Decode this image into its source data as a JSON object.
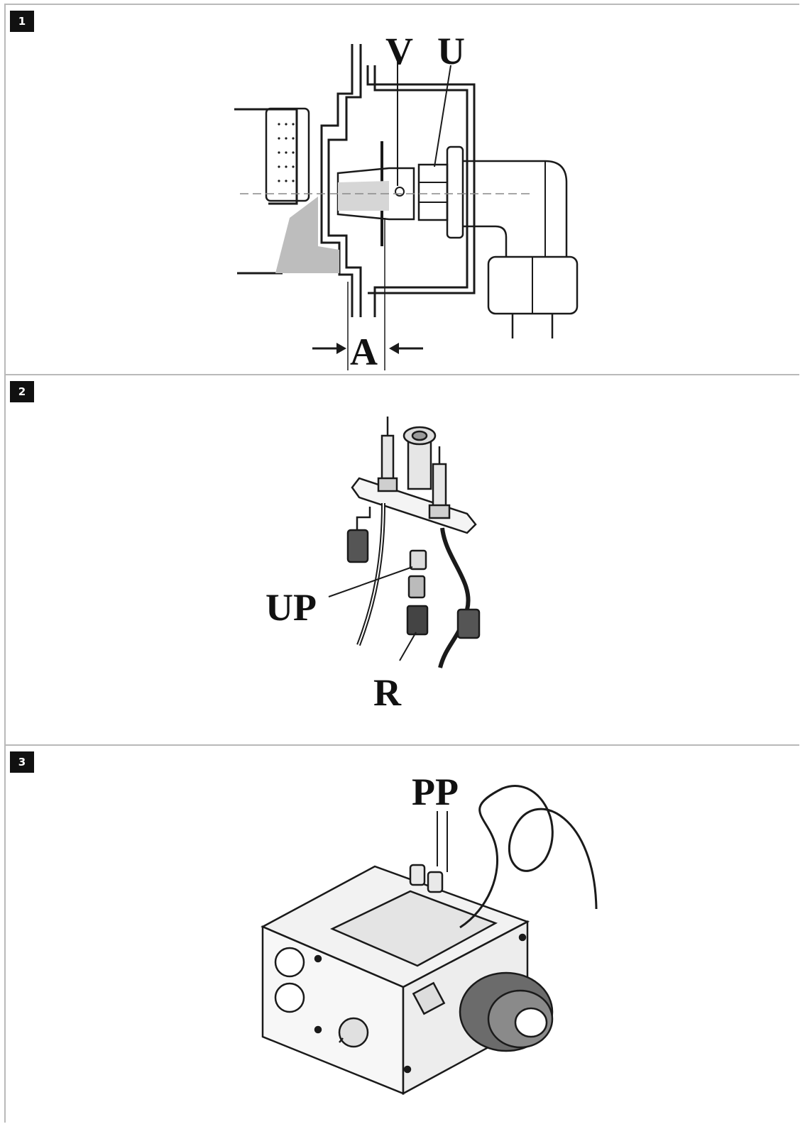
{
  "panels": [
    {
      "number": "1",
      "labels": {
        "v": "V",
        "u": "U",
        "a": "A"
      }
    },
    {
      "number": "2",
      "labels": {
        "up": "UP",
        "r": "R"
      }
    },
    {
      "number": "3",
      "labels": {
        "pp": "PP"
      }
    }
  ],
  "colors": {
    "line": "#1a1a1a",
    "shade": "#bdbdbd",
    "border": "#b9b9b9"
  }
}
